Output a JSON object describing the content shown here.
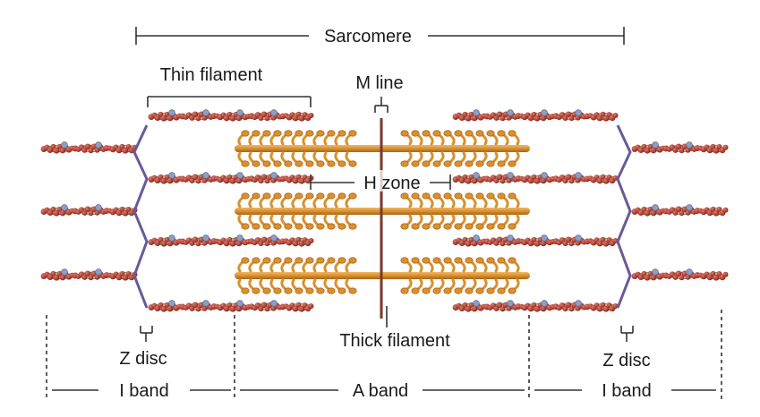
{
  "labels": {
    "sarcomere": "Sarcomere",
    "thin_filament": "Thin filament",
    "m_line": "M line",
    "h_zone": "H zone",
    "thick_filament": "Thick filament",
    "z_disc_left": "Z disc",
    "z_disc_right": "Z disc",
    "i_band_left": "I band",
    "a_band": "A band",
    "i_band_right": "I band"
  },
  "colors": {
    "actin_bead": "#b5382f",
    "actin_strand": "#4d8a4a",
    "troponin": "#8aa0c8",
    "myosin": "#d9902e",
    "myosin_dark": "#b06a1a",
    "z_disc": "#6a5a9a",
    "m_line": "#7a3a2a"
  }
}
